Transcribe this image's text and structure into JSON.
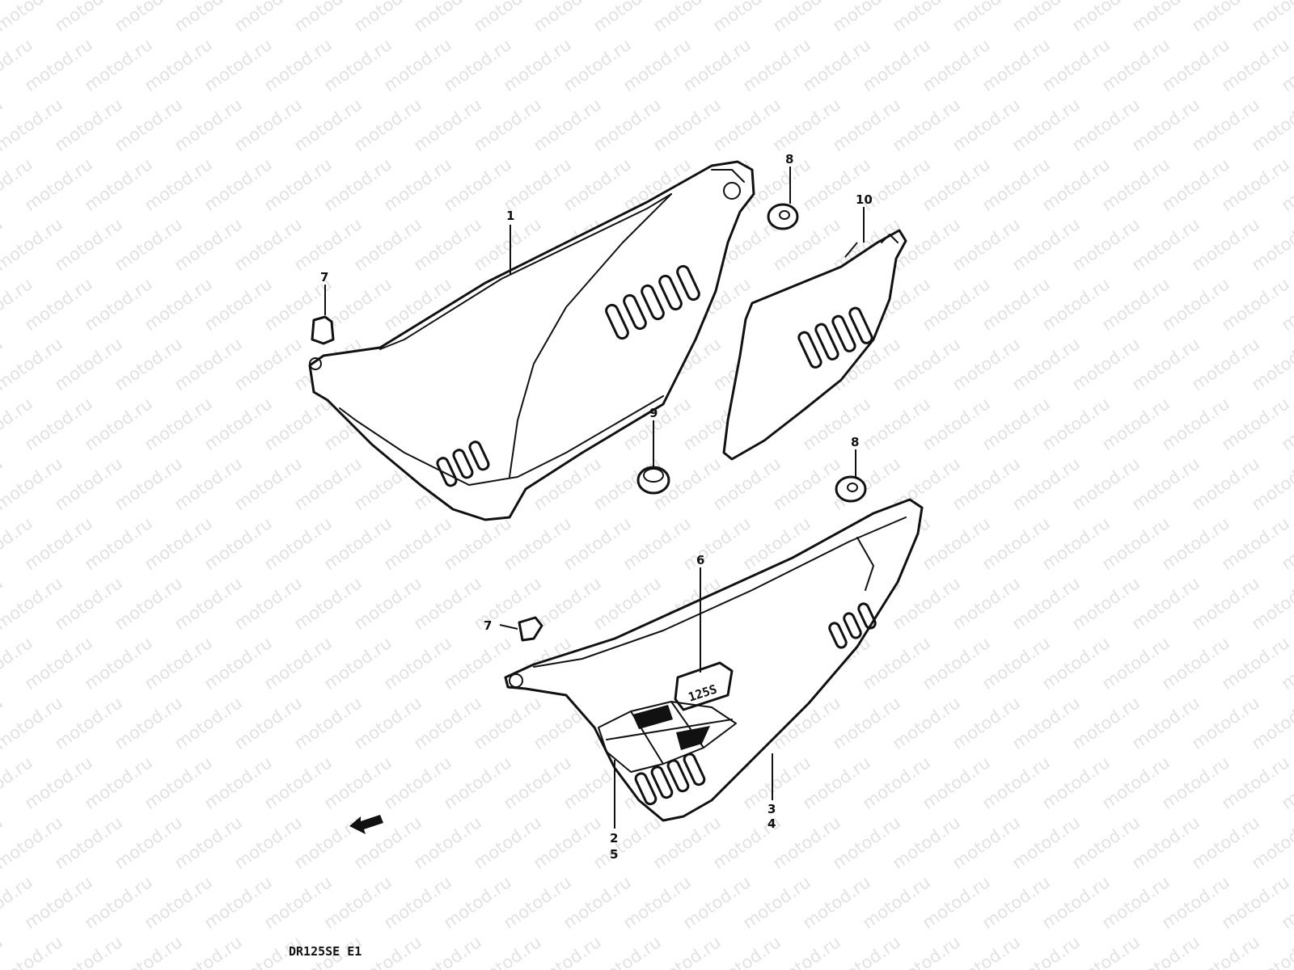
{
  "watermark": "motod.ru",
  "diagram_code": "DR125SE E1",
  "emblem_text": "125S",
  "callouts": {
    "c1": "1",
    "c2": "2",
    "c3": "3",
    "c4": "4",
    "c5": "5",
    "c6": "6",
    "c7a": "7",
    "c7b": "7",
    "c8a": "8",
    "c8b": "8",
    "c9": "9",
    "c10": "10"
  }
}
